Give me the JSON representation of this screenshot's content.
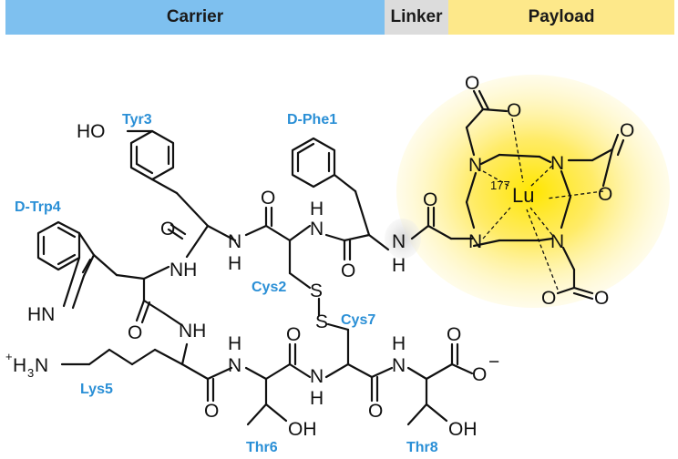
{
  "header": {
    "carrier_label": "Carrier",
    "linker_label": "Linker",
    "payload_label": "Payload"
  },
  "residues": {
    "tyr3": "Tyr3",
    "dphe1": "D-Phe1",
    "dtrp4": "D-Trp4",
    "cys2": "Cys2",
    "cys7": "Cys7",
    "lys5": "Lys5",
    "thr6": "Thr6",
    "thr8": "Thr8"
  },
  "chelate": {
    "isotope": "177",
    "metal": "Lu"
  },
  "atoms": {
    "ho": "HO",
    "o": "O",
    "oh": "OH",
    "n": "N",
    "h": "H",
    "hn": "HN",
    "s": "S",
    "nh": "NH",
    "h3n_plus": "+",
    "h3n_h": "H",
    "h3n_sub": "3",
    "h3n_n": "N",
    "o_minus": "−"
  },
  "colors": {
    "carrier": "#7ec0ef",
    "linker": "#dcdcdc",
    "payload": "#fde88a",
    "residue_label": "#2a8fd6",
    "glow_center": "#ffe600"
  }
}
